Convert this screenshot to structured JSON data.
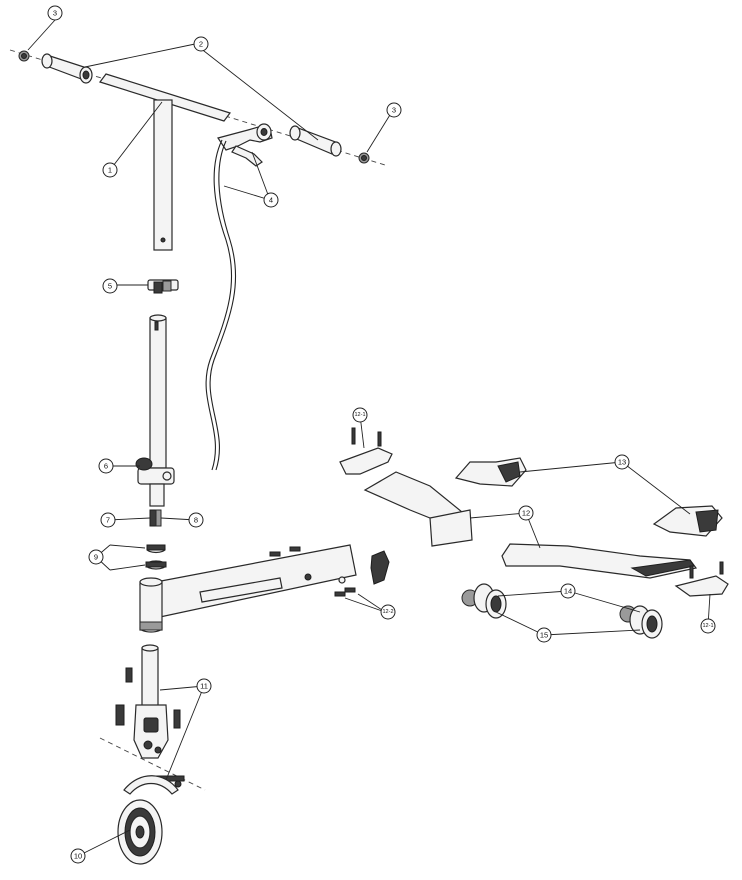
{
  "diagram": {
    "type": "exploded-parts-diagram",
    "callouts": [
      {
        "id": "c3a",
        "label": "3"
      },
      {
        "id": "c2",
        "label": "2"
      },
      {
        "id": "c1",
        "label": "1"
      },
      {
        "id": "c3b",
        "label": "3"
      },
      {
        "id": "c4",
        "label": "4"
      },
      {
        "id": "c5",
        "label": "5"
      },
      {
        "id": "c6",
        "label": "6"
      },
      {
        "id": "c7",
        "label": "7"
      },
      {
        "id": "c8",
        "label": "8"
      },
      {
        "id": "c9",
        "label": "9"
      },
      {
        "id": "c12-1a",
        "label": "12-1"
      },
      {
        "id": "c12",
        "label": "12"
      },
      {
        "id": "c13",
        "label": "13"
      },
      {
        "id": "c12-2",
        "label": "12-2"
      },
      {
        "id": "c14",
        "label": "14"
      },
      {
        "id": "c15",
        "label": "15"
      },
      {
        "id": "c12-1b",
        "label": "12-1"
      },
      {
        "id": "c11",
        "label": "11"
      },
      {
        "id": "c10",
        "label": "10"
      }
    ]
  }
}
